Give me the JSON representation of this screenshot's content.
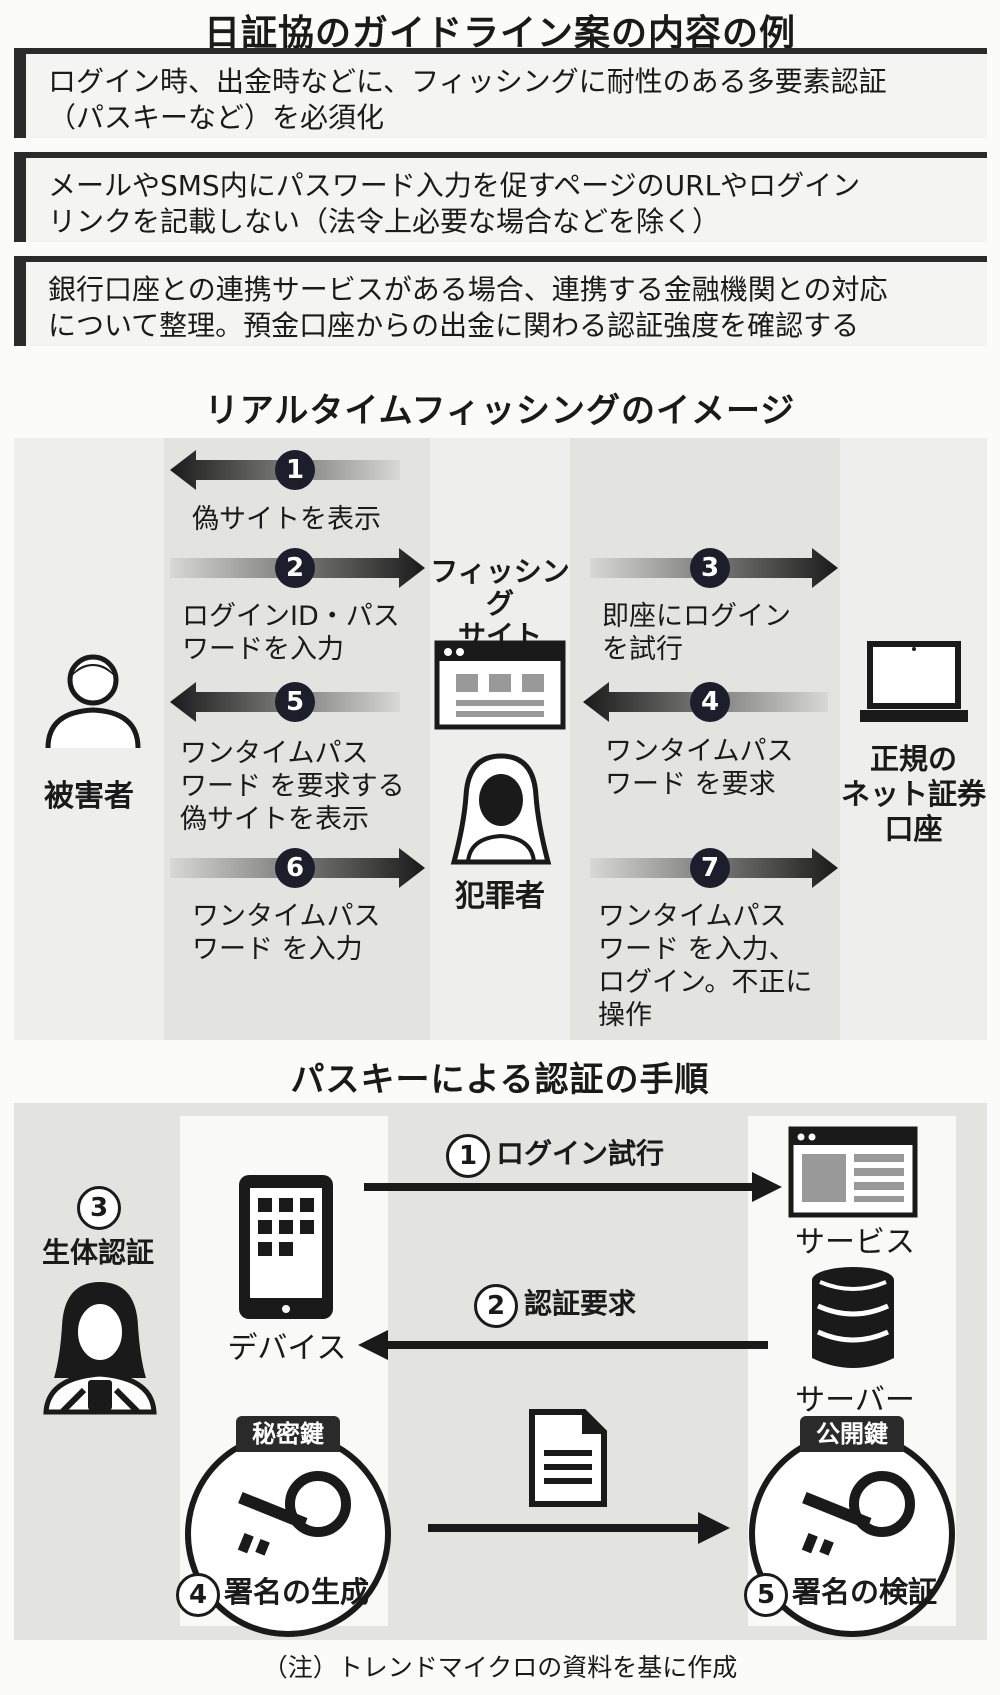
{
  "guideline": {
    "title": "日証協のガイドライン案の内容の例",
    "items": [
      {
        "line1": "ログイン時、出金時などに、フィッシングに耐性のある多要素認証",
        "line2": "（パスキーなど）を必須化"
      },
      {
        "line1": "メールやSMS内にパスワード入力を促すページのURLやログイン",
        "line2": "リンクを記載しない（法令上必要な場合などを除く）"
      },
      {
        "line1": "銀行口座との連携サービスがある場合、連携する金融機関との対応",
        "line2": "について整理。預金口座からの出金に関わる認証強度を確認する"
      }
    ]
  },
  "phishing": {
    "title": "リアルタイムフィッシングのイメージ",
    "victim": "被害者",
    "site_line1": "フィッシング",
    "site_line2": "サイト",
    "criminal": "犯罪者",
    "official_line1": "正規の",
    "official_line2": "ネット証券",
    "official_line3": "口座",
    "steps": [
      {
        "num": "1",
        "lines": [
          "偽サイトを表示"
        ]
      },
      {
        "num": "2",
        "lines": [
          "ログインID・パス",
          "ワードを入力"
        ]
      },
      {
        "num": "3",
        "lines": [
          "即座にログイン",
          "を試行"
        ]
      },
      {
        "num": "4",
        "lines": [
          "ワンタイムパス",
          "ワード を要求"
        ]
      },
      {
        "num": "5",
        "lines": [
          "ワンタイムパス",
          "ワード を要求する",
          "偽サイトを表示"
        ]
      },
      {
        "num": "6",
        "lines": [
          "ワンタイムパス",
          "ワード を入力"
        ]
      },
      {
        "num": "7",
        "lines": [
          "ワンタイムパス",
          "ワード を入力、",
          "ログイン。不正に",
          "操作"
        ]
      }
    ]
  },
  "passkey": {
    "title": "パスキーによる認証の手順",
    "device": "デバイス",
    "service": "サービス",
    "server": "サーバー",
    "private_key": "秘密鍵",
    "public_key": "公開鍵",
    "steps": [
      {
        "num": "1",
        "label": "ログイン試行"
      },
      {
        "num": "2",
        "label": "認証要求"
      },
      {
        "num": "3",
        "label": "生体認証"
      },
      {
        "num": "4",
        "label": "署名の生成"
      },
      {
        "num": "5",
        "label": "署名の検証"
      }
    ]
  },
  "note": "（注）トレンドマイクロの資料を基に作成"
}
